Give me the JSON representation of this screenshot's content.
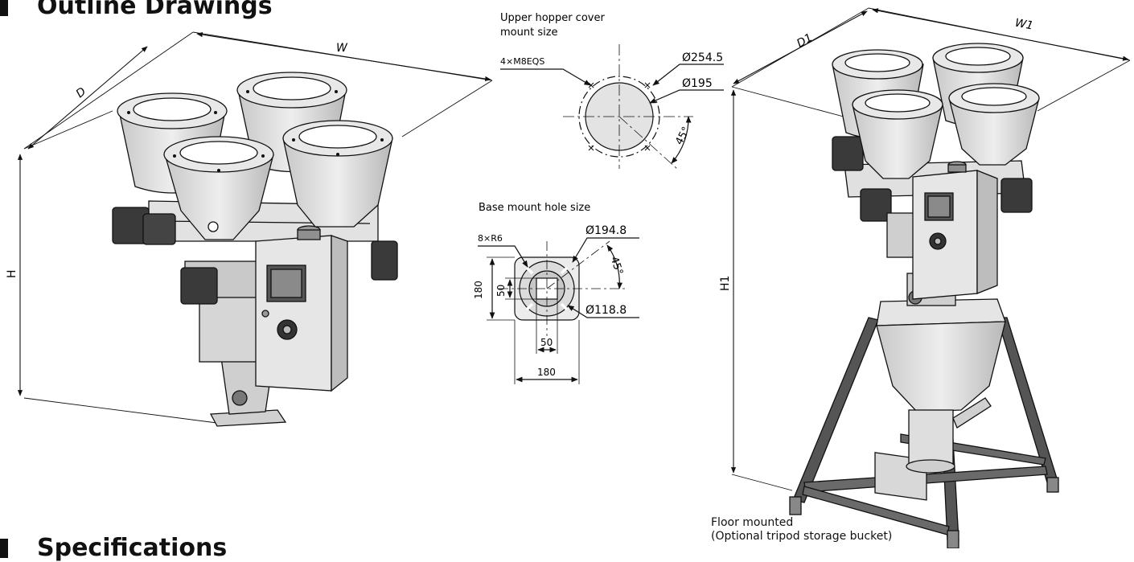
{
  "headings": {
    "outline": "Outline Drawings",
    "specifications": "Specifications"
  },
  "dims": {
    "w": "W",
    "d": "D",
    "h": "H",
    "w1": "W1",
    "d1": "D1",
    "h1": "H1"
  },
  "cover": {
    "title_line1": "Upper hopper cover",
    "title_line2": "mount size",
    "bolts": "4×M8EQS",
    "outer_dia": "Ø254.5",
    "inner_dia": "Ø195",
    "angle": "45°"
  },
  "base": {
    "title": "Base mount hole size",
    "holes": "8×R6",
    "outer_dia": "Ø194.8",
    "inner_dia": "Ø118.8",
    "angle": "45°",
    "side_outer": "180",
    "side_inner": "50",
    "bottom_inner": "50",
    "bottom_outer": "180"
  },
  "floor": {
    "line1": "Floor mounted",
    "line2": "(Optional tripod storage bucket)"
  },
  "colors": {
    "line": "#111111",
    "metal": "#d9d9d9",
    "metal_dark": "#a8a8a8",
    "motor": "#3a3a3a"
  }
}
